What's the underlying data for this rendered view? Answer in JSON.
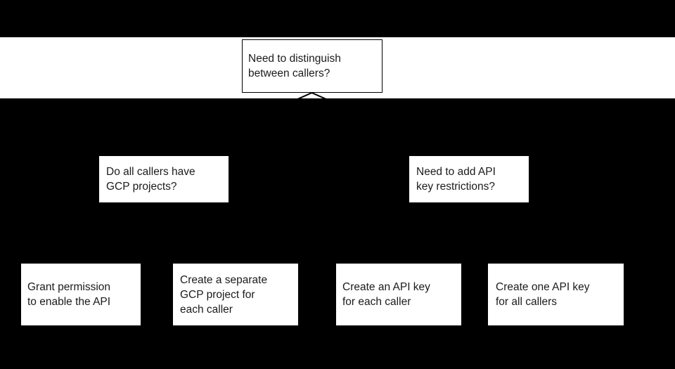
{
  "diagram": {
    "root_question": {
      "label": "Need to distinguish\nbetween callers?"
    },
    "level2": {
      "left_question": {
        "label": "Do all callers have\nGCP projects?"
      },
      "right_question": {
        "label": "Need to add API\nkey restrictions?"
      }
    },
    "outcomes": {
      "grant_permission": {
        "label": "Grant permission\nto enable the API"
      },
      "separate_gcp_project": {
        "label": "Create a separate\nGCP project for\neach caller"
      },
      "api_key_per_caller": {
        "label": "Create an API key\nfor each caller"
      },
      "one_api_key_all": {
        "label": "Create one API key\nfor all callers"
      }
    },
    "colors": {
      "background": "#000000",
      "band": "#ffffff",
      "node_fill": "#ffffff",
      "node_border": "#000000",
      "text": "#1b1b1b"
    }
  }
}
